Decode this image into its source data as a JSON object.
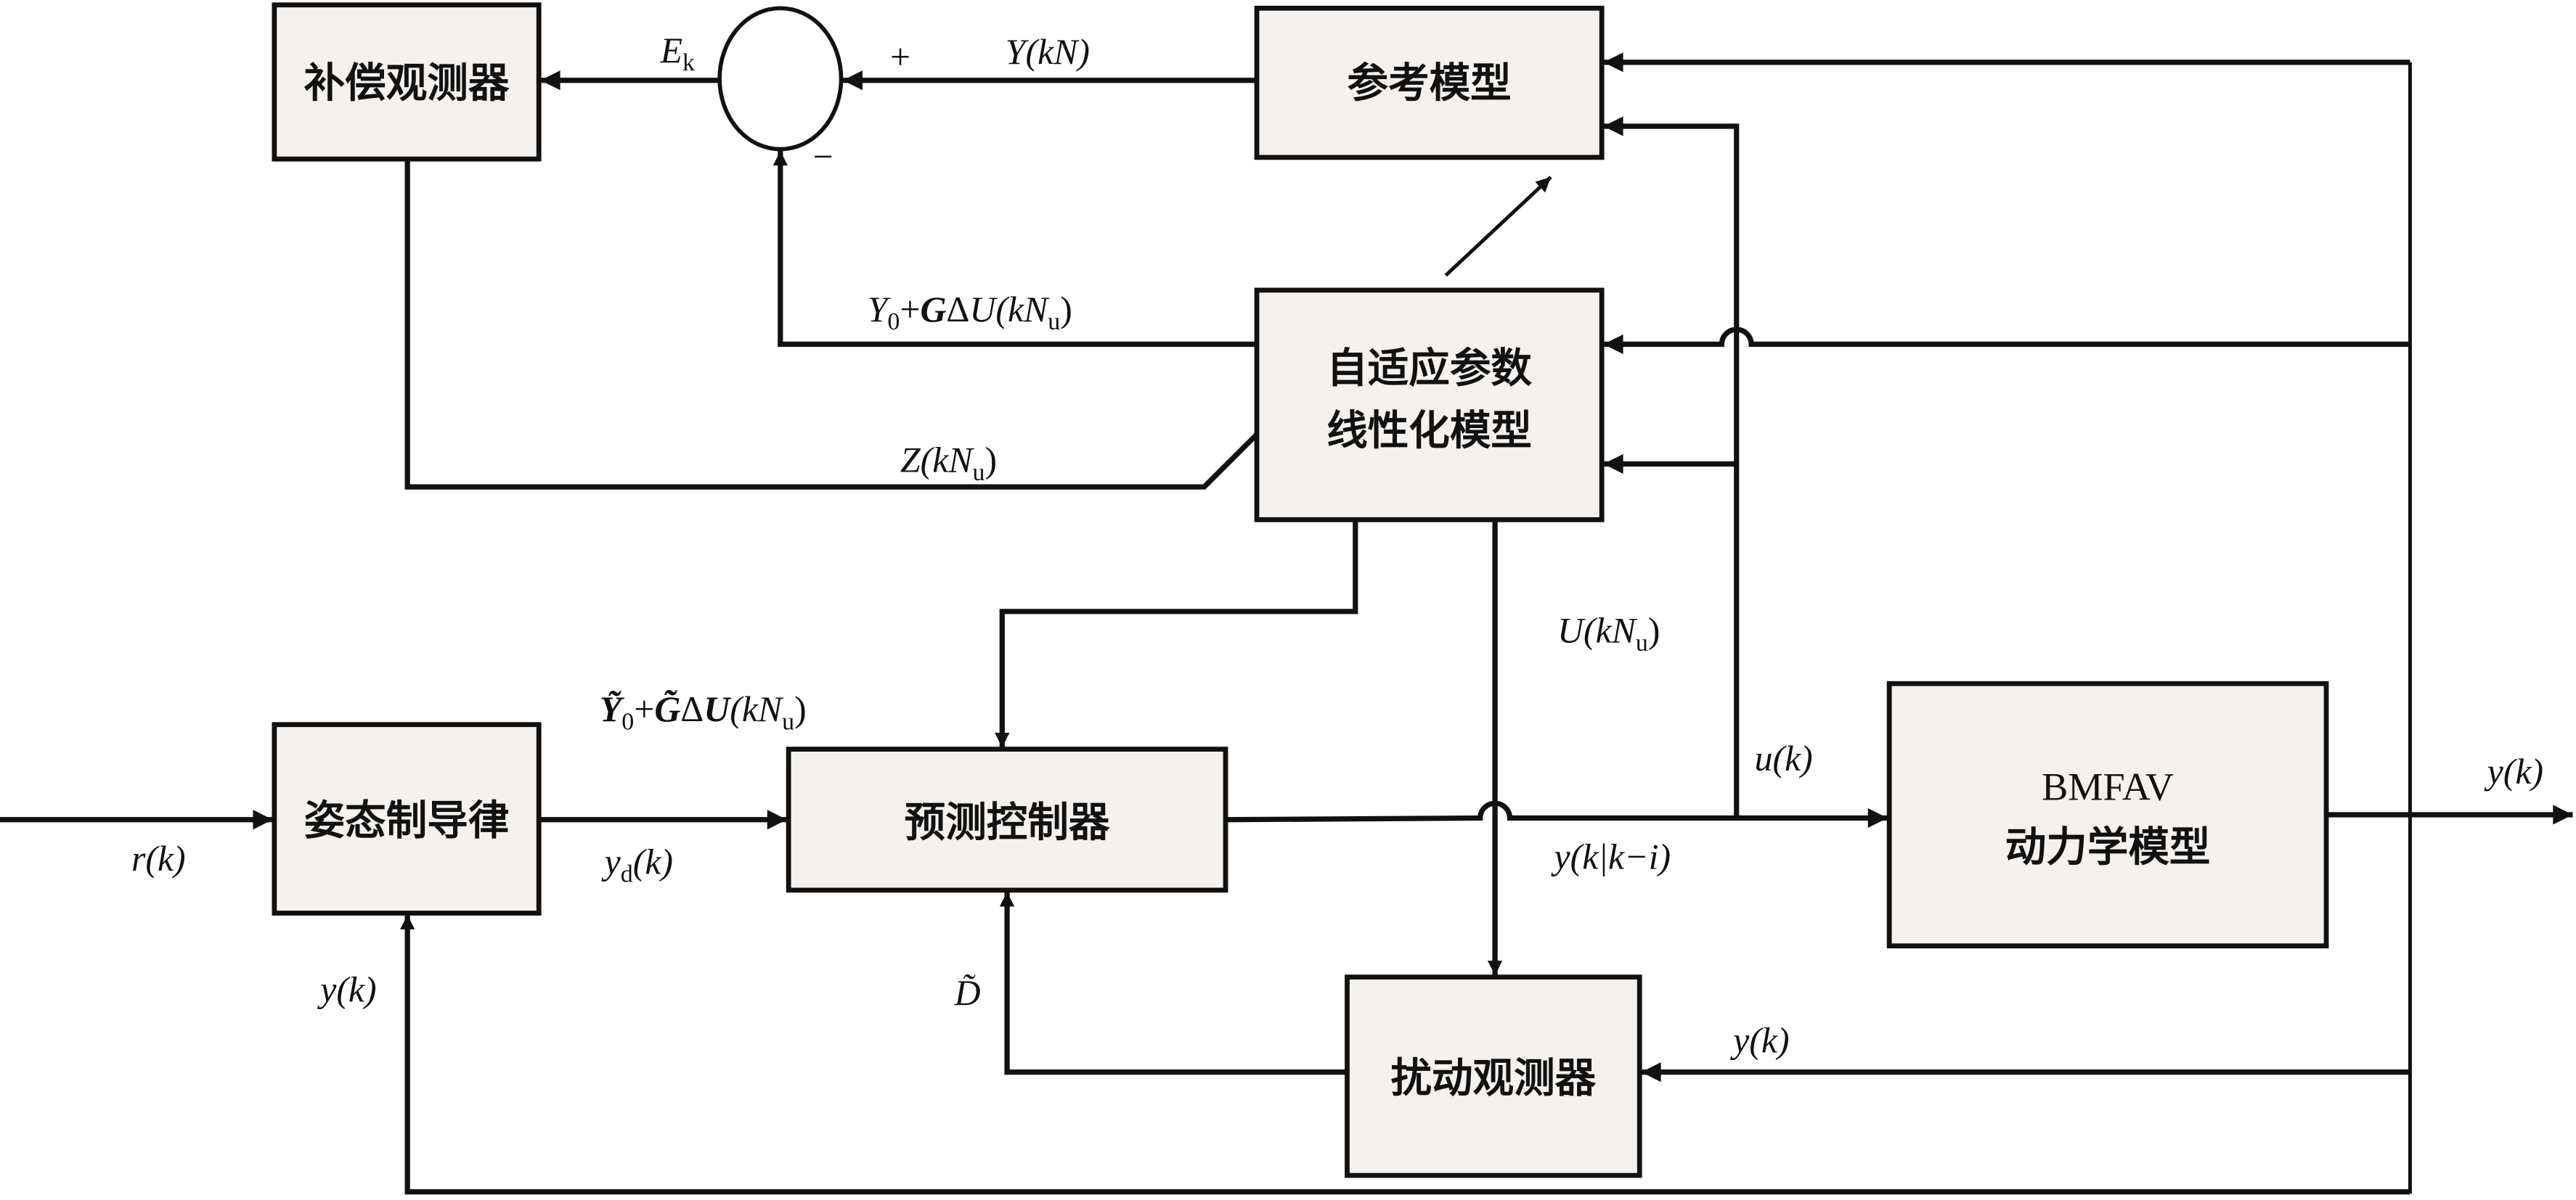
{
  "blocks": {
    "compensation_observer": "补偿观测器",
    "reference_model": "参考模型",
    "adaptive_model_line1": "自适应参数",
    "adaptive_model_line2": "线性化模型",
    "attitude_guidance": "姿态制导律",
    "predictive_controller": "预测控制器",
    "plant_line1": "BMFAV",
    "plant_line2": "动力学模型",
    "disturbance_observer": "扰动观测器"
  },
  "summing_junction": {
    "plus_sign": "+",
    "minus_sign": "−"
  },
  "signals": {
    "error": {
      "main": "E",
      "sub": "k"
    },
    "reference_output": {
      "main": "Y",
      "args": "(kN)"
    },
    "predicted_output": {
      "y": "Y",
      "y_sub": "0",
      "plus": "+",
      "g": "G",
      "delta": "Δ",
      "u": "U",
      "args_open": "(k",
      "n": "N",
      "n_sub": "u",
      "close": ")"
    },
    "z_signal": {
      "main": "Z",
      "args_open": "(k",
      "n": "N",
      "n_sub": "u",
      "close": ")"
    },
    "u_sequence": {
      "main": "U",
      "args_open": "(k",
      "n": "N",
      "n_sub": "u",
      "close": ")"
    },
    "corrected_prediction": {
      "y": "Ỹ",
      "y_sub": "0",
      "plus": "+",
      "g": "G̃",
      "delta": "Δ",
      "u": "U",
      "args_open": "(k",
      "n": "N",
      "n_sub": "u",
      "close": ")"
    },
    "reference_input": "r(k)",
    "desired_output": {
      "main": "y",
      "sub": "d",
      "args": "(k)"
    },
    "control_input": "u(k)",
    "prediction": "y(k|k−i)",
    "plant_output": "y(k)",
    "feedback_output_left": "y(k)",
    "feedback_output_observer": "y(k)",
    "disturbance_estimate": "D̃"
  }
}
